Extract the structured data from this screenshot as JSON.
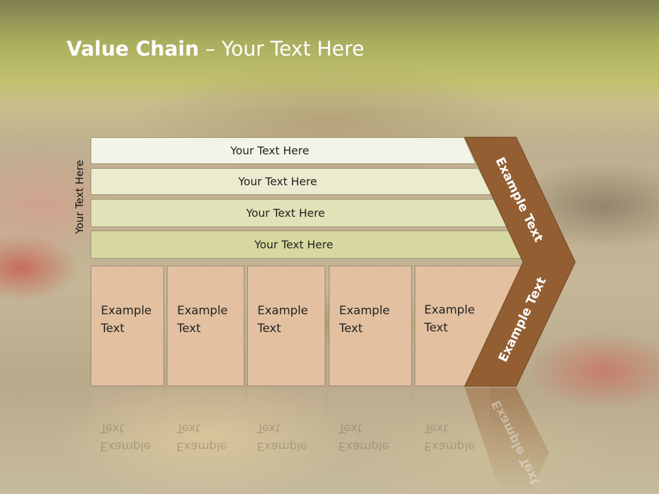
{
  "slide": {
    "title_bold": "Value Chain",
    "title_rest": " – Your Text Here",
    "side_label": "Your Text Here",
    "bars": [
      {
        "label": "Your Text Here",
        "color": "#f4f3e8"
      },
      {
        "label": "Your Text Here",
        "color": "#ebebd0"
      },
      {
        "label": "Your Text Here",
        "color": "#e2e2b8"
      },
      {
        "label": "Your Text Here",
        "color": "#d7d89f"
      }
    ],
    "boxes": [
      {
        "line1": "Example",
        "line2": "Text"
      },
      {
        "line1": "Example",
        "line2": "Text"
      },
      {
        "line1": "Example",
        "line2": "Text"
      },
      {
        "line1": "Example",
        "line2": "Text"
      },
      {
        "line1": "Example",
        "line2": "Text"
      }
    ],
    "chevron": {
      "upper_label": "Example Text",
      "lower_label": "Example Text",
      "color": "#935f32"
    }
  }
}
